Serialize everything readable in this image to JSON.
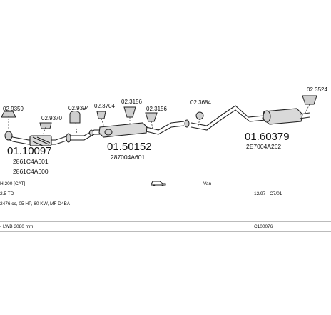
{
  "parts": {
    "p1": "02.9359",
    "p2": "02.9370",
    "p3": "02.9394",
    "p4": "02.3704",
    "p5": "02.3156",
    "p6": "02.3156",
    "p7": "02.3684",
    "p8": "02.3524",
    "big1": "01.10097",
    "sub1a": "2861C4A601",
    "sub1b": "2861C4A600",
    "big2": "01.50152",
    "sub2": "287004A601",
    "big3": "01.60379",
    "sub3": "2E7004A262"
  },
  "info": {
    "model": "H 200 [CAT]",
    "body_type": "Van",
    "engine": "2.5 TD",
    "dates": "12/97 - C7/01",
    "spec": "2476 cc, 05 HP, 60 KW, MF D4BA -",
    "wheelbase": "- LWB 3080 mm",
    "code": "C100076"
  }
}
